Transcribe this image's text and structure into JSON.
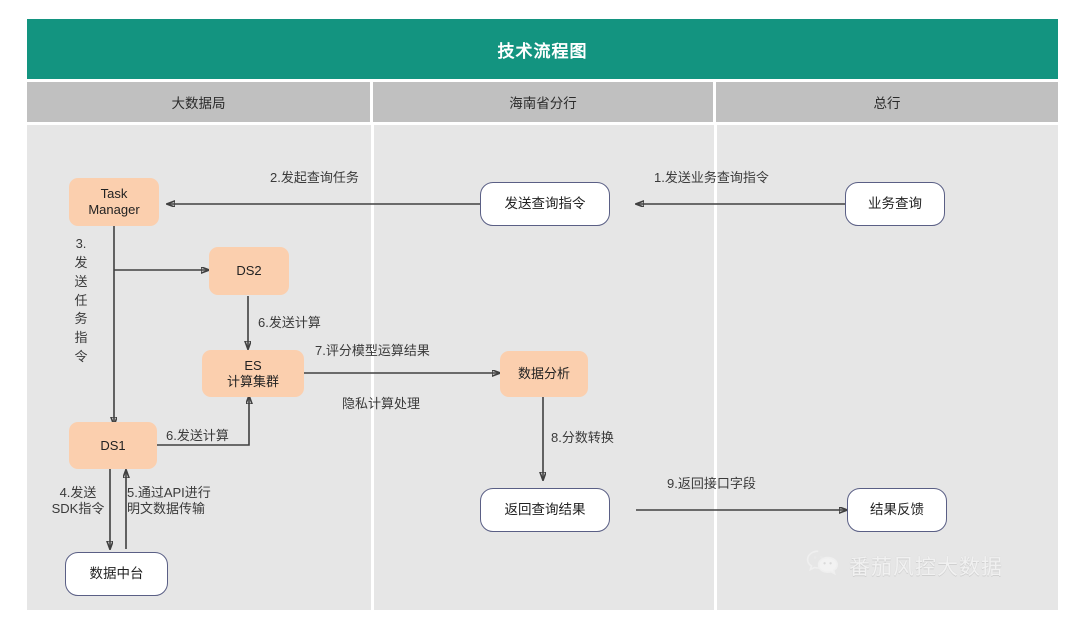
{
  "header": {
    "title": "技术流程图",
    "title_bg": "#139480",
    "lane_bg": "#c0c0c0",
    "lanes": [
      {
        "label": "大数据局"
      },
      {
        "label": "海南省分行"
      },
      {
        "label": "总行"
      }
    ]
  },
  "canvas": {
    "bg": "#e6e6e6",
    "node_orange": "#fbcfae",
    "node_white": "#ffffff",
    "node_white_border": "#5a5f85",
    "edge_color": "#404040"
  },
  "nodes": {
    "task_manager": "Task\nManager",
    "task_manager_l1": "Task",
    "task_manager_l2": "Manager",
    "ds2": "DS2",
    "es_l1": "ES",
    "es_l2": "计算集群",
    "ds1": "DS1",
    "data_platform": "数据中台",
    "send_query_cmd": "发送查询指令",
    "data_analysis": "数据分析",
    "return_query_result": "返回查询结果",
    "business_query": "业务查询",
    "result_feedback": "结果反馈"
  },
  "edge_labels": {
    "e1": "1.发送业务查询指令",
    "e2": "2.发起查询任务",
    "e3": "3.发送任务指令",
    "e4_l1": "4.发送",
    "e4_l2": "SDK指令",
    "e5_l1": "5.通过API进行",
    "e5_l2": "明文数据传输",
    "e6a": "6.发送计算",
    "e6b": "6.发送计算",
    "e7": "7.评分模型运算结果",
    "e7b": "隐私计算处理",
    "e8": "8.分数转换",
    "e9": "9.返回接口字段"
  },
  "watermark": {
    "text": "番茄风控大数据",
    "icon": "wechat-icon"
  }
}
